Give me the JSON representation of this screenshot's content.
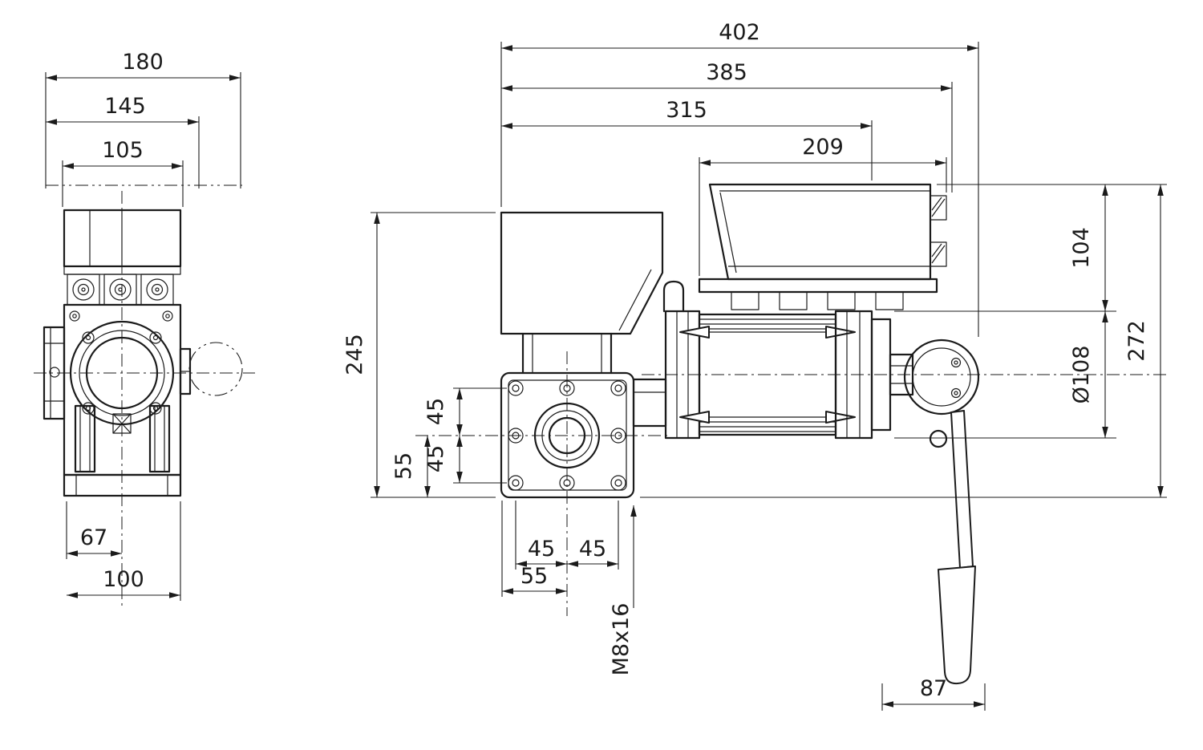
{
  "drawing": {
    "background": "#ffffff",
    "line_color": "#1b1b1b"
  },
  "front_view": {
    "dim_overall_width": "180",
    "dim_clamp_width": "145",
    "dim_body_width": "105",
    "dim_center_offset": "67",
    "dim_base_width": "100"
  },
  "side_view": {
    "dim_overall_length": "402",
    "dim_body_length": "385",
    "dim_motor_length": "315",
    "dim_box_length": "209",
    "dim_box_height": "104",
    "dim_overall_height": "272",
    "dim_motor_diameter": "Ø108",
    "dim_gearbox_height": "245",
    "dim_flange_hole_v_upper": "45",
    "dim_flange_hole_v_lower": "45",
    "dim_flange_v_bottom": "55",
    "dim_flange_hole_h_left": "45",
    "dim_flange_hole_h_right": "45",
    "dim_flange_h_left": "55",
    "thread_callout": "M8x16",
    "dim_crank_offset": "87"
  }
}
